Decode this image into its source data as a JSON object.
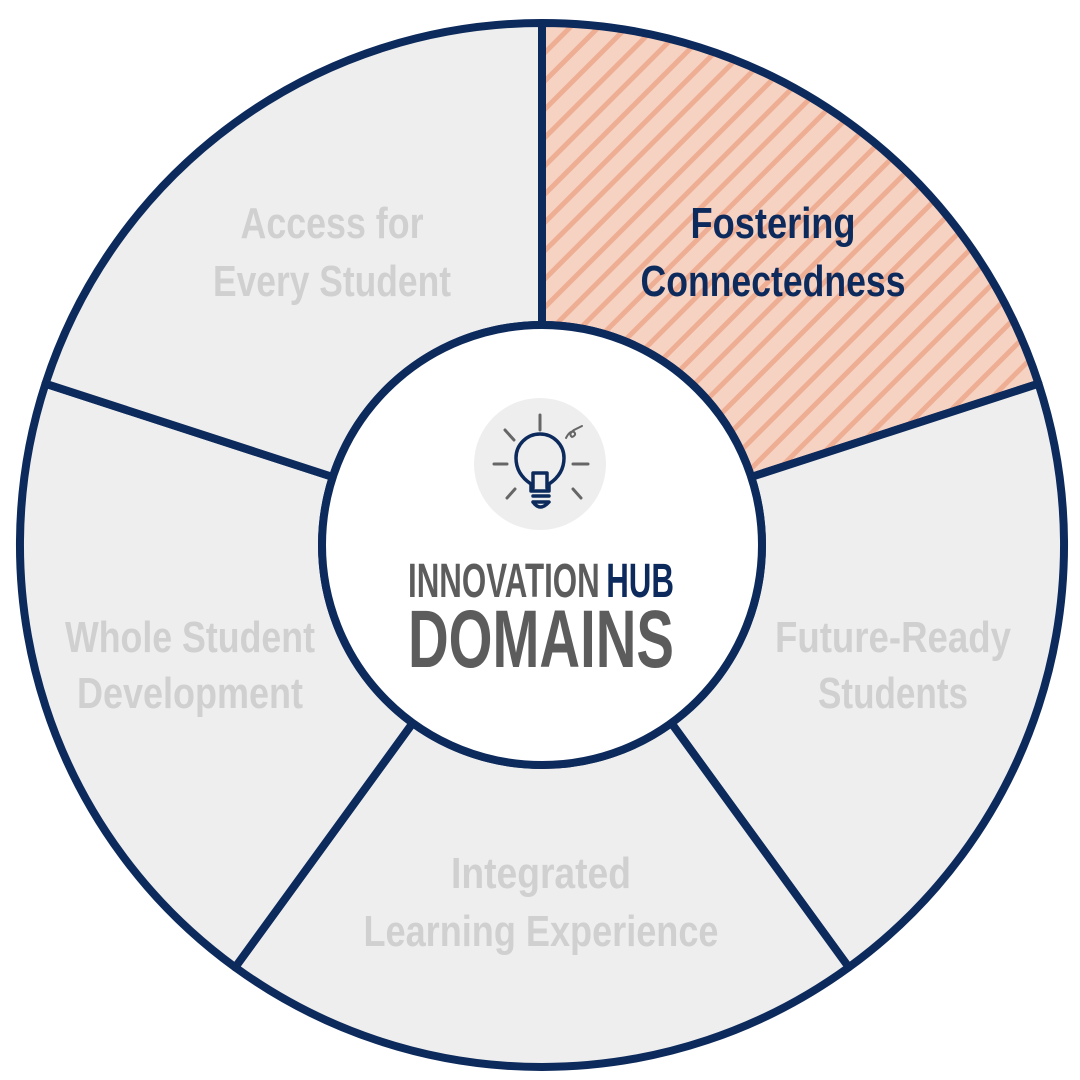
{
  "title": {
    "line1_part1": "INNOVATION",
    "line1_part2": "HUB",
    "line2": "DOMAINS"
  },
  "icon": "lightbulb-icon",
  "segments": [
    {
      "line1": "Fostering",
      "line2": "Connectedness",
      "highlighted": true
    },
    {
      "line1": "Future-Ready",
      "line2": "Students",
      "highlighted": false
    },
    {
      "line1": "Integrated",
      "line2": "Learning Experience",
      "highlighted": false
    },
    {
      "line1": "Whole Student",
      "line2": "Development",
      "highlighted": false
    },
    {
      "line1": "Access for",
      "line2": "Every Student",
      "highlighted": false
    }
  ],
  "colors": {
    "navy": "#0d2a5c",
    "segment_fill": "#eeeeee",
    "muted_text": "#d0d0d0",
    "highlight_fill": "#f6d2c3",
    "highlight_stripe": "#eeae94",
    "title_gray": "#5c5c5c"
  }
}
